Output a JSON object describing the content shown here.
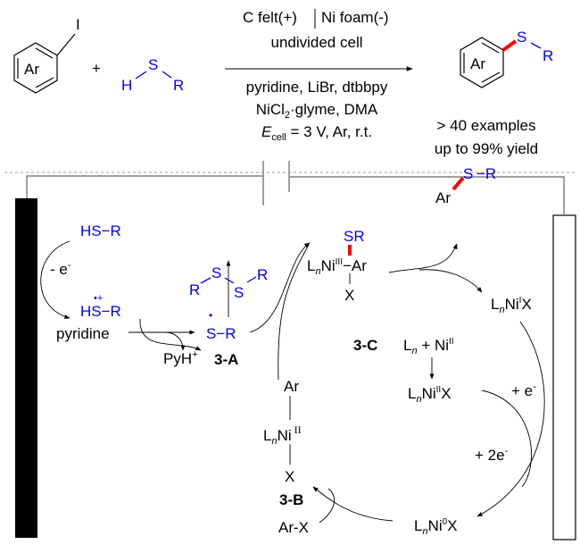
{
  "reaction": {
    "aryl_iodide": {
      "ring": "Ar",
      "substituent": "I"
    },
    "plus": "+",
    "thiol": {
      "h": "H",
      "s": "S",
      "r": "R"
    },
    "conditions_above": [
      "C felt(+)",
      "Ni foam(-)",
      "undivided cell"
    ],
    "conditions_below": {
      "line1": "pyridine, LiBr, dtbbpy",
      "line2_a": "NiCl",
      "line2_sub": "2",
      "line2_b": "·glyme, DMA",
      "line3_e": "E",
      "line3_sub": "cell",
      "line3_rest": " = 3 V, Ar, r.t."
    },
    "product": {
      "ring": "Ar",
      "s": "S",
      "r": "R"
    },
    "scope": [
      "> 40 examples",
      "up to 99% yield"
    ]
  },
  "mechanism": {
    "thiol": "HS−R",
    "oxidation": "- e",
    "oxidation_sup": "-",
    "radical_cation": "HS−R",
    "radical_cation_sup": "•+",
    "base": "pyridine",
    "pyh": "PyH",
    "pyh_sup": "+",
    "label_3A": "3-A",
    "thiyl_radical": "S−R",
    "thiyl_dot": "•",
    "disulfide": {
      "r1": "R",
      "s1": "S",
      "s2": "S",
      "r2": "R"
    },
    "ni3": {
      "ln": "L",
      "n": "n",
      "ni": "Ni",
      "ox": "III",
      "ar": "−Ar",
      "sr": "SR",
      "x": "X"
    },
    "label_3C": "3-C",
    "product": {
      "ar": "Ar",
      "s": "S",
      "r": "−R"
    },
    "ni1": {
      "ln": "L",
      "n": "n",
      "ni": "Ni",
      "ox": "I",
      "x": "X"
    },
    "precat": {
      "ln": "L",
      "n": "n",
      "plus": " + Ni",
      "ox": "II"
    },
    "ni2x": {
      "ln": "L",
      "n": "n",
      "ni": "Ni",
      "ox": "II",
      "x": "X"
    },
    "red1": "+ e",
    "red1_sup": "-",
    "red2": "+ 2e",
    "red2_sup": "-",
    "ni2": {
      "ar": "Ar",
      "ln": "L",
      "n": "n",
      "ni": "Ni",
      "ox": "II",
      "x": "X"
    },
    "label_3B": "3-B",
    "ni0": {
      "ln": "L",
      "n": "n",
      "ni": "Ni",
      "ox": "0",
      "x": "X"
    },
    "arx": "Ar-X"
  },
  "colors": {
    "reactant": "#0000ff",
    "new_bond": "#ff0000",
    "anode": "#000000"
  }
}
